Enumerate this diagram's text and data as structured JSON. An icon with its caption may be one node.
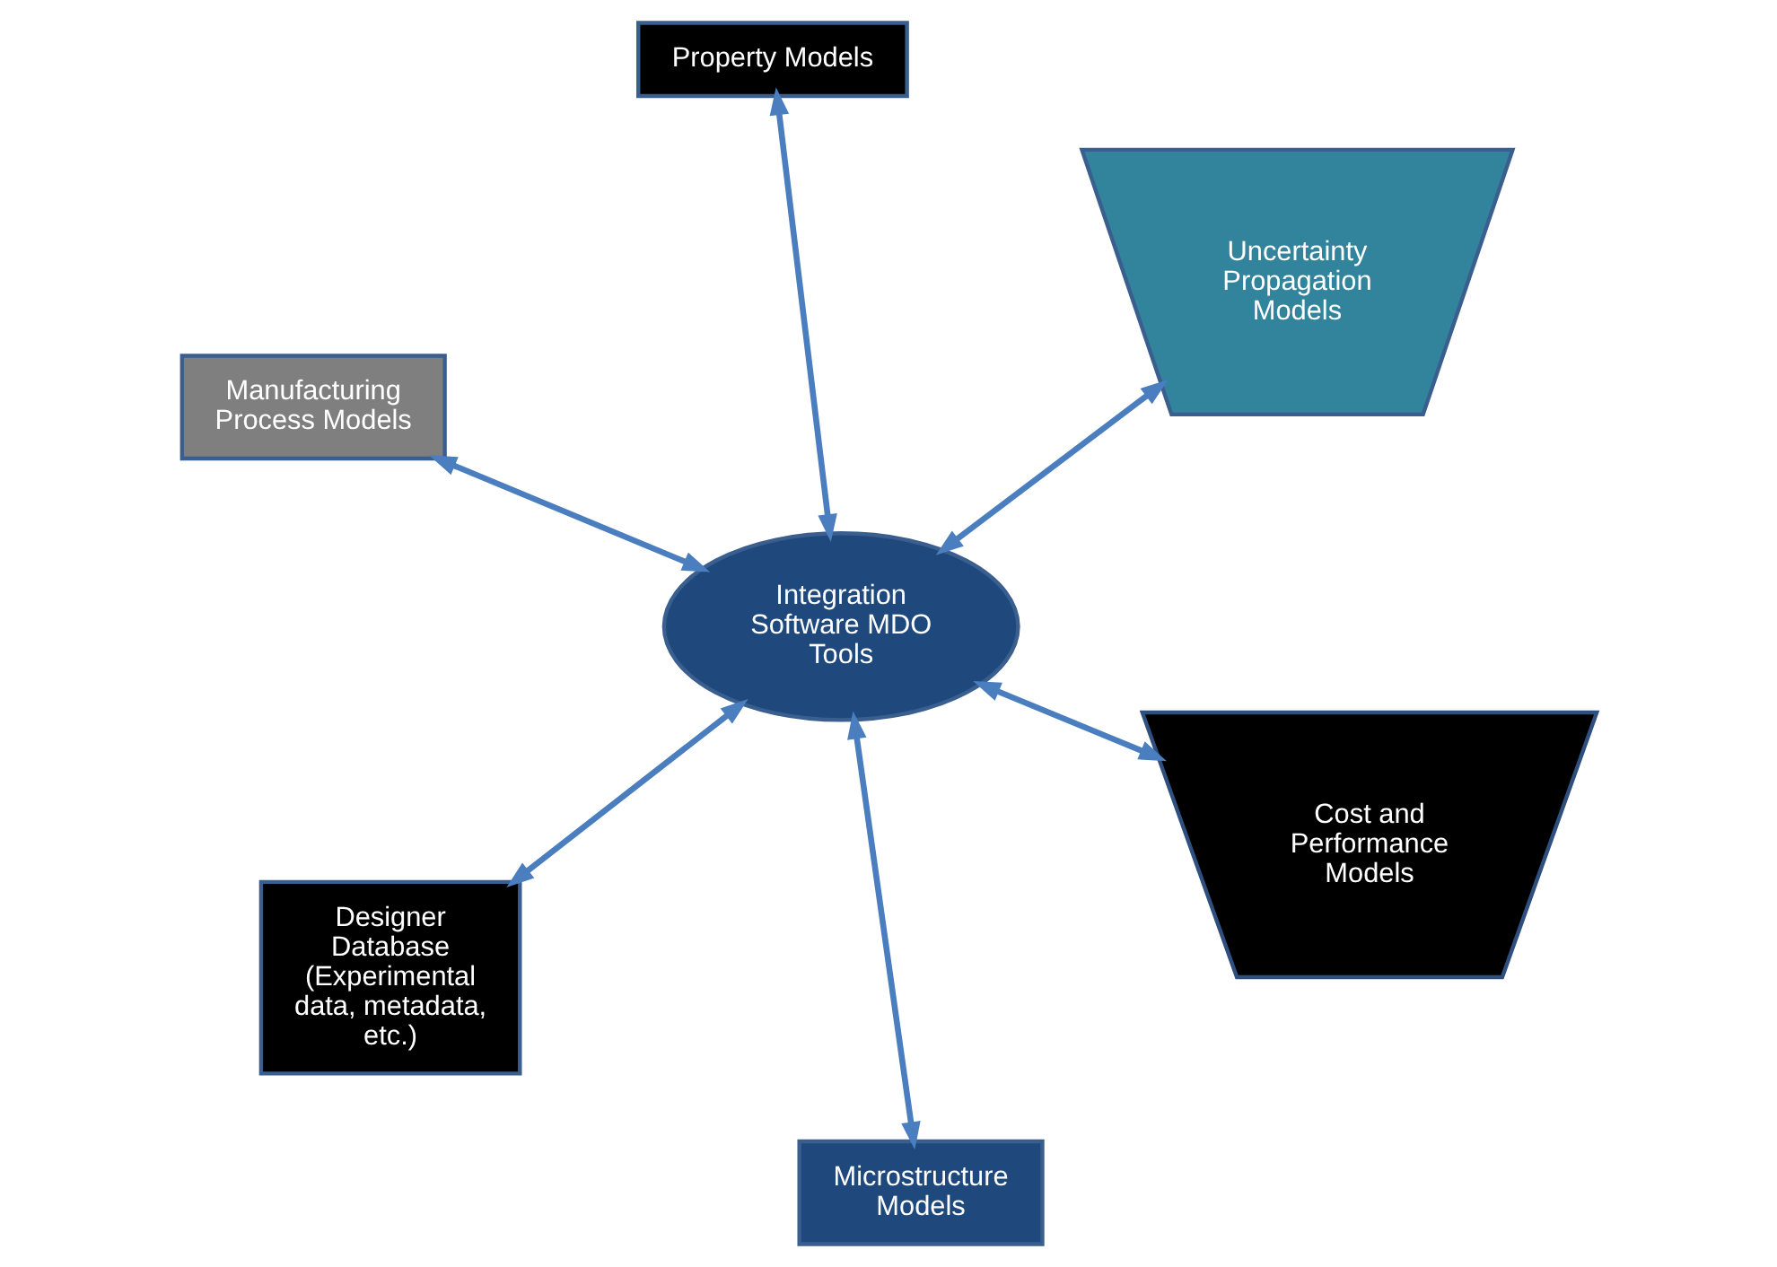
{
  "diagram": {
    "nodes": [
      {
        "text": [
          "Manufacturing Process Models"
        ]
      },
      {
        "text": [
          "Cost and Performance Models"
        ]
      },
      {
        "text": [
          "Microstructure Models"
        ]
      },
      {
        "text": [
          "Integration Software MDO Tools"
        ]
      },
      {
        "text": [
          "Uncertainty Propagation Models"
        ]
      },
      {
        "text": [
          "Property Models"
        ]
      },
      {
        "text": [
          "Designer Database (Experimental data, metadata, etc.)"
        ]
      }
    ],
    "edges": [
      {
        "from": 3,
        "to": 0,
        "arrow": "both"
      },
      {
        "from": 3,
        "to": 1,
        "arrow": "both"
      },
      {
        "from": 3,
        "to": 2,
        "arrow": "both"
      },
      {
        "from": 3,
        "to": 4,
        "arrow": "both"
      },
      {
        "from": 3,
        "to": 5,
        "arrow": "both"
      },
      {
        "from": 3,
        "to": 6,
        "arrow": "both"
      }
    ]
  }
}
